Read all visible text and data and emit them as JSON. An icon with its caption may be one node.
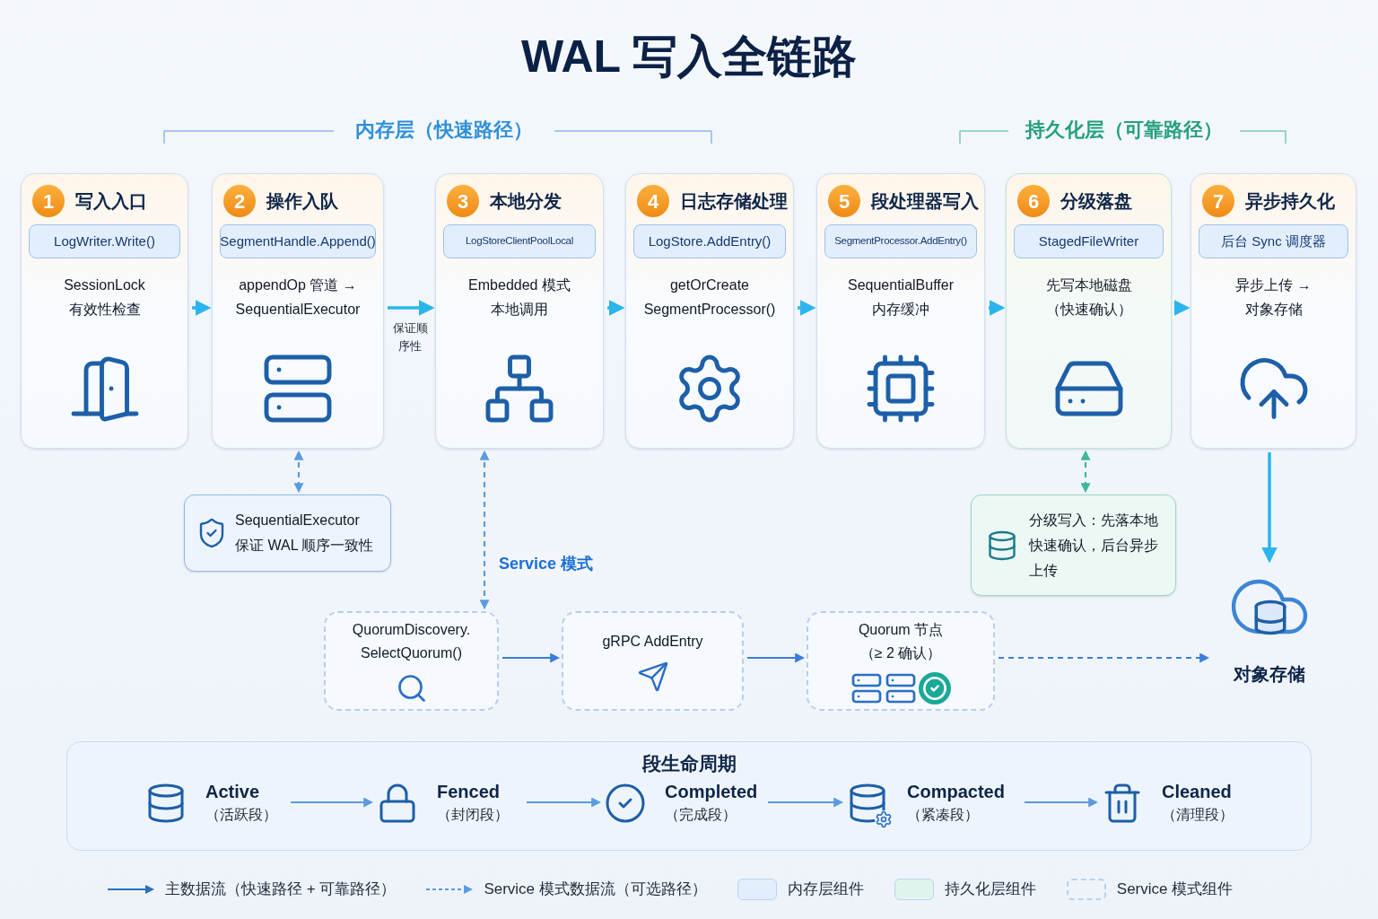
{
  "diagram": {
    "title": "WAL 写入全链路",
    "nodes": [
      {
        "text": [
          "1",
          "写入入口",
          "LogWriter.Write()",
          "SessionLock 有效性检查"
        ]
      },
      {
        "text": [
          "2",
          "操作入队",
          "SegmentHandle.Append()",
          "appendOp 管道 → SequentialExecutor"
        ]
      },
      {
        "text": [
          "3",
          "本地分发",
          "LogStoreClientPoolLocal",
          "Embedded 模式本地调用"
        ]
      },
      {
        "text": [
          "4",
          "日志存储处理",
          "LogStore.AddEntry()",
          "getOrCreate SegmentProcessor()"
        ]
      },
      {
        "text": [
          "5",
          "段处理器写入",
          "SegmentProcessor.AddEntry()",
          "SequentialBuffer 内存缓冲"
        ]
      },
      {
        "text": [
          "6",
          "分级落盘",
          "StagedFileWriter",
          "先写本地磁盘（快速确认）"
        ]
      },
      {
        "text": [
          "7",
          "异步持久化",
          "后台 Sync 调度器",
          "异步上传 → 对象存储"
        ]
      },
      {
        "text": [
          "SequentialExecutor 保证 WAL 顺序一致性"
        ]
      },
      {
        "text": [
          "分级写入：先落本地快速确认，后台异步上传"
        ]
      },
      {
        "text": [
          "QuorumDiscovery. SelectQuorum()"
        ]
      },
      {
        "text": [
          "gRPC AddEntry"
        ]
      },
      {
        "text": [
          "Quorum 节点（≥ 2 确认）"
        ]
      },
      {
        "text": [
          "对象存储"
        ]
      },
      {
        "text": [
          "段生命周期"
        ]
      },
      {
        "text": [
          "Active",
          "（活跃段）"
        ],
        "in": 13
      },
      {
        "text": [
          "Fenced",
          "（封闭段）"
        ],
        "in": 13
      },
      {
        "text": [
          "Completed",
          "（完成段）"
        ],
        "in": 13
      },
      {
        "text": [
          "Compacted",
          "（紧凑段）"
        ],
        "in": 13
      },
      {
        "text": [
          "Cleaned",
          "（清理段）"
        ],
        "in": 13
      }
    ],
    "edges": [
      {
        "from": 0,
        "to": 1,
        "arrow": "to"
      },
      {
        "from": 1,
        "to": 2,
        "arrow": "to",
        "label": "保证顺序性"
      },
      {
        "from": 2,
        "to": 3,
        "arrow": "to"
      },
      {
        "from": 3,
        "to": 4,
        "arrow": "to"
      },
      {
        "from": 4,
        "to": 5,
        "arrow": "to"
      },
      {
        "from": 5,
        "to": 6,
        "arrow": "to"
      },
      {
        "from": 1,
        "to": 7,
        "arrow": "both",
        "style": "dashed",
        "color": "#5a9be0"
      },
      {
        "from": 2,
        "to": 9,
        "arrow": "both",
        "style": "dashed",
        "color": "#5a9be0",
        "label": "Service 模式"
      },
      {
        "from": 5,
        "to": 8,
        "arrow": "both",
        "style": "dashed",
        "color": "#3cb89a"
      },
      {
        "from": 6,
        "to": 12,
        "arrow": "to"
      },
      {
        "from": 9,
        "to": 10,
        "arrow": "to",
        "color": "#3b7dd8"
      },
      {
        "from": 10,
        "to": 11,
        "arrow": "to",
        "color": "#3b7dd8"
      },
      {
        "from": 11,
        "to": 12,
        "arrow": "to",
        "style": "dashed",
        "color": "#3b7dd8"
      },
      {
        "from": 14,
        "to": 15,
        "arrow": "to",
        "color": "#5a9be0"
      },
      {
        "from": 15,
        "to": 16,
        "arrow": "to",
        "color": "#5a9be0"
      },
      {
        "from": 16,
        "to": 17,
        "arrow": "to",
        "color": "#5a9be0"
      },
      {
        "from": 17,
        "to": 18,
        "arrow": "to",
        "color": "#5a9be0"
      }
    ],
    "labels": [
      "内存层（快速路径）",
      "持久化层（可靠路径）"
    ],
    "legend": [
      {
        "text": "主数据流（快速路径 + 可靠路径）"
      },
      {
        "text": "Service 模式数据流（可选路径）"
      },
      {
        "text": "内存层组件",
        "color": "#e3eefc"
      },
      {
        "text": "持久化层组件",
        "color": "#dff4ec"
      },
      {
        "text": "Service 模式组件"
      }
    ]
  }
}
